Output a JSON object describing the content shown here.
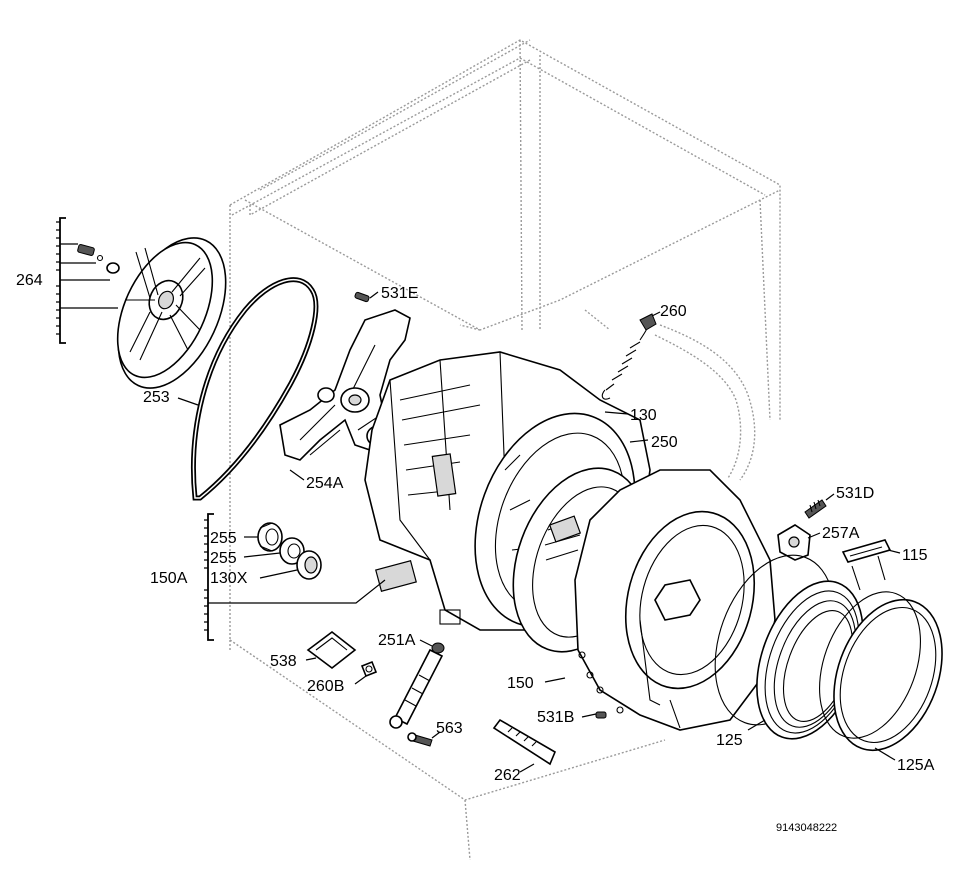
{
  "labels": {
    "p264": "264",
    "p253": "253",
    "p531E": "531E",
    "p260": "260",
    "p130": "130",
    "p250": "250",
    "p254A": "254A",
    "p531D": "531D",
    "p257A": "257A",
    "p115": "115",
    "p255a": "255",
    "p255b": "255",
    "p130X": "130X",
    "p150A": "150A",
    "p538": "538",
    "p251A": "251A",
    "p260B": "260B",
    "p150": "150",
    "p531B": "531B",
    "p563": "563",
    "p262": "262",
    "p125": "125",
    "p125A": "125A"
  },
  "drawing_number": "9143048222"
}
